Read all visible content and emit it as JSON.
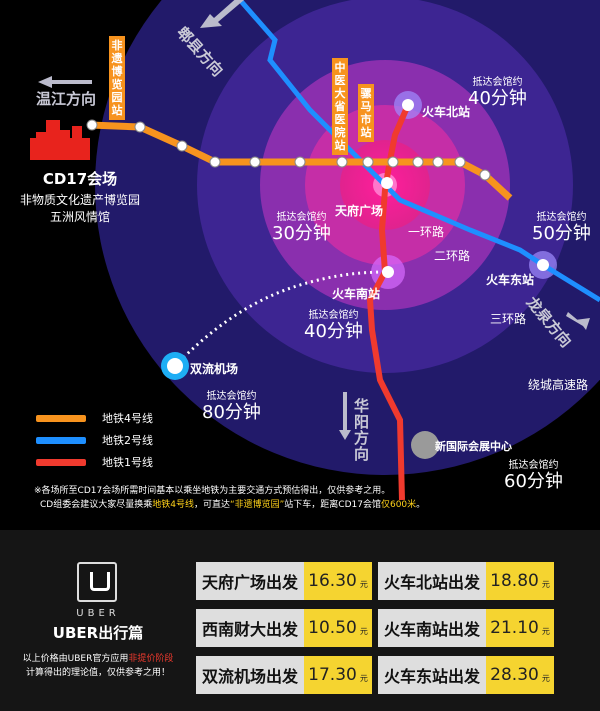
{
  "venue": {
    "title": "CD17会场",
    "line1": "非物质文化遗产博览园",
    "line2": "五洲风情馆"
  },
  "directions": {
    "wenjiang": "温江方向",
    "pixian": "郫县方向",
    "longquan": "龙泉方向",
    "huayang": "华阳方向"
  },
  "stations": {
    "feiyi": "非遗博览园站",
    "zhongyi": "中医大省医院站",
    "luomashi": "骡马市站",
    "tianfu": "天府广场",
    "north": "火车北站",
    "east": "火车东站",
    "south": "火车南站",
    "airport": "双流机场",
    "expo": "新国际会展中心"
  },
  "rings": {
    "ring1": "一环路",
    "ring2": "二环路",
    "ring3": "三环路",
    "ringexp": "绕城高速路"
  },
  "times": {
    "prefix": "抵达会馆约",
    "north": "40分钟",
    "tianfu": "30分钟",
    "east": "50分钟",
    "south": "40分钟",
    "airport": "80分钟",
    "expo": "60分钟"
  },
  "legend": {
    "line4": "地铁4号线",
    "line2": "地铁2号线",
    "line1": "地铁1号线"
  },
  "notes": {
    "n1": "※各场所至CD17会场所需时间基本以乘坐地铁为主要交通方式预估得出，仅供参考之用。",
    "n2a": "CD组委会建议大家尽量换乘",
    "n2b": "地铁4号线",
    "n2c": "，可直达",
    "n2d": "“非遗博览园”",
    "n2e": "站下车，距离CD17会馆",
    "n2f": "仅600米",
    "n2g": "。"
  },
  "uber": {
    "logo_text": "UBER",
    "title": "UBER出行篇",
    "desc_a": "以上价格由UBER官方应用",
    "desc_b": "非提价阶段",
    "desc_c": "计算得出的理论值，仅供参考之用！"
  },
  "currency": "元",
  "fares": [
    {
      "from": "天府广场出发",
      "price": "16.30"
    },
    {
      "from": "火车北站出发",
      "price": "18.80"
    },
    {
      "from": "西南财大出发",
      "price": "10.50"
    },
    {
      "from": "火车南站出发",
      "price": "21.10"
    },
    {
      "from": "双流机场出发",
      "price": "17.30"
    },
    {
      "from": "火车东站出发",
      "price": "28.30"
    }
  ],
  "colors": {
    "line4": "#f7931e",
    "line2": "#1e8fff",
    "line1": "#f03a2e",
    "ring_outer": "#251b6e",
    "ring_mid": "#4b2a9a",
    "ring_inner": "#a032b4",
    "center": "#ff2fa0",
    "fare_price": "#f5d430"
  }
}
